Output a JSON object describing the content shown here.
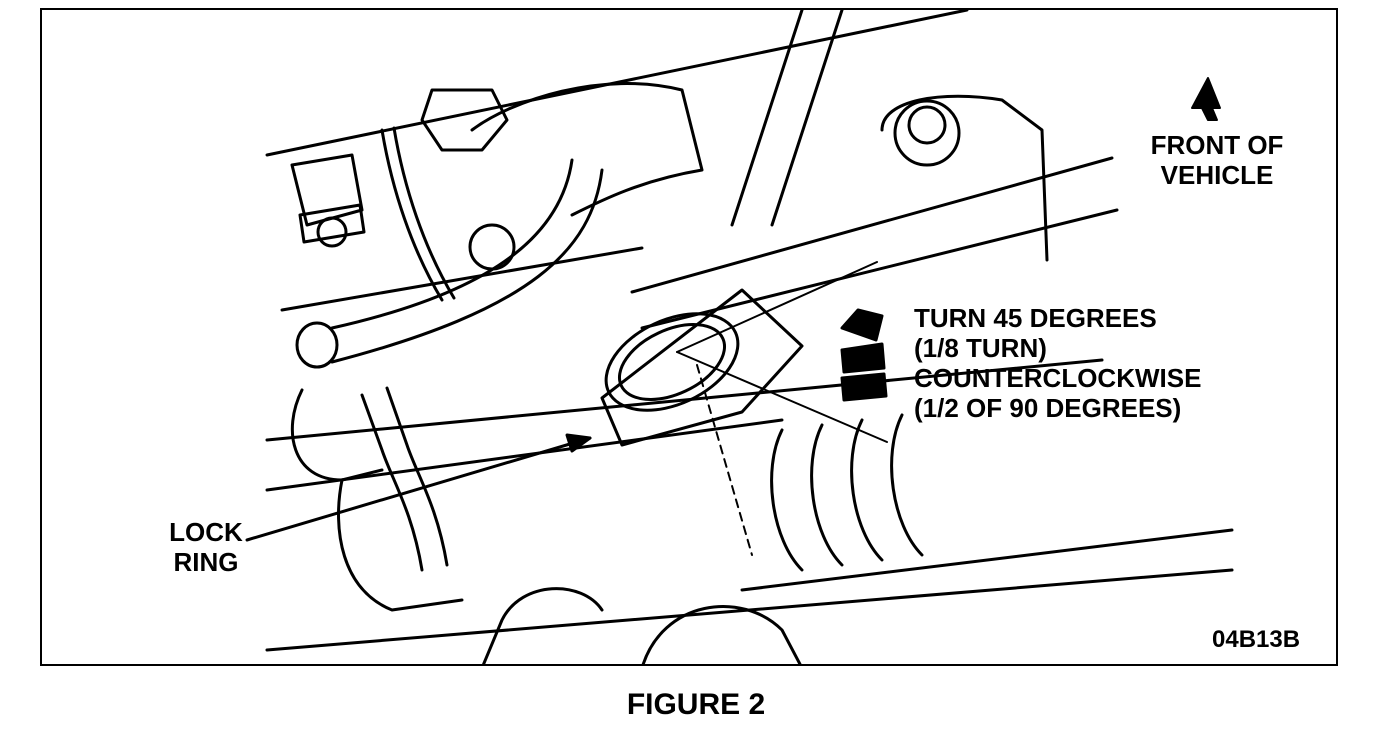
{
  "labels": {
    "front_of_vehicle": [
      "FRONT OF",
      "VEHICLE"
    ],
    "turn_instruction": [
      "TURN 45 DEGREES",
      "(1/8 TURN)",
      "COUNTERCLOCKWISE",
      "(1/2 OF 90 DEGREES)"
    ],
    "lock_ring": [
      "LOCK",
      "RING"
    ],
    "figure_code": "04B13B"
  },
  "caption": "FIGURE 2",
  "colors": {
    "line": "#000000",
    "background": "#ffffff"
  },
  "icons": [
    "front-direction-arrow-icon",
    "rotation-arrow-icon"
  ]
}
